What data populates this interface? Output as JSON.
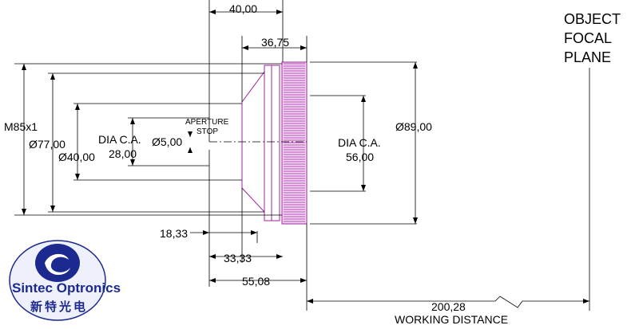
{
  "dimensions": {
    "top_40": "40,00",
    "top_36_75": "36,75",
    "dia_89": "Ø89,00",
    "thread": "M85x1",
    "dia_77": "Ø77,00",
    "dia_40": "Ø40,00",
    "dia_ca_left_label": "DIA C.A.",
    "dia_ca_left_value": "28,00",
    "aperture_dia": "Ø5,00",
    "aperture_label_1": "APERTURE",
    "aperture_label_2": "STOP",
    "dia_ca_right_label": "DIA C.A.",
    "dia_ca_right_value": "56,00",
    "bottom_18_33": "18,33",
    "bottom_33_33": "33,33",
    "bottom_55_08": "55,08",
    "working_distance_value": "200,28",
    "working_distance_label": "WORKING DISTANCE"
  },
  "object_plane": {
    "line1": "OBJECT",
    "line2": "FOCAL",
    "line3": "PLANE"
  },
  "logo": {
    "name": "Sintec Optronics",
    "chinese": "新特光电"
  },
  "colors": {
    "lens_body": "#a020a0",
    "logo_blue": "#1c2a8f",
    "lines": "#000000"
  }
}
